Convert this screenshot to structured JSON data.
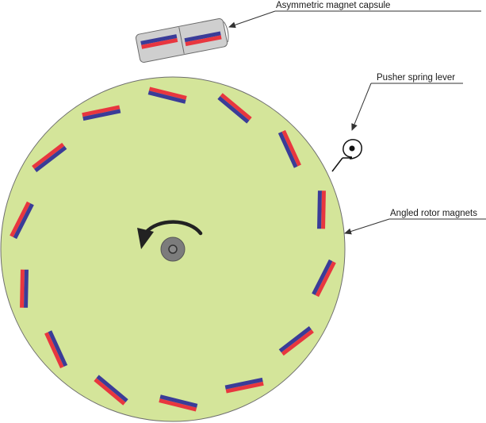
{
  "labels": {
    "capsule": "Asymmetric magnet capsule",
    "pusher": "Pusher spring lever",
    "rotor_magnets": "Angled rotor magnets"
  },
  "colors": {
    "rotor_fill": "#d4e59a",
    "rotor_stroke": "#6f6f6f",
    "magnet_red": "#e8363f",
    "magnet_blue": "#3a3c98",
    "capsule_fill": "#cfcfcf",
    "hub_fill": "#7c7c7c",
    "arrow_color": "#222222",
    "leader_color": "#333333"
  },
  "rotor": {
    "magnet_count": 14,
    "rotation_direction": "counterclockwise"
  },
  "icons": {
    "rotation": "rotation-arrow-icon",
    "hub": "hub-axle-icon",
    "spring": "spring-coil-icon"
  }
}
